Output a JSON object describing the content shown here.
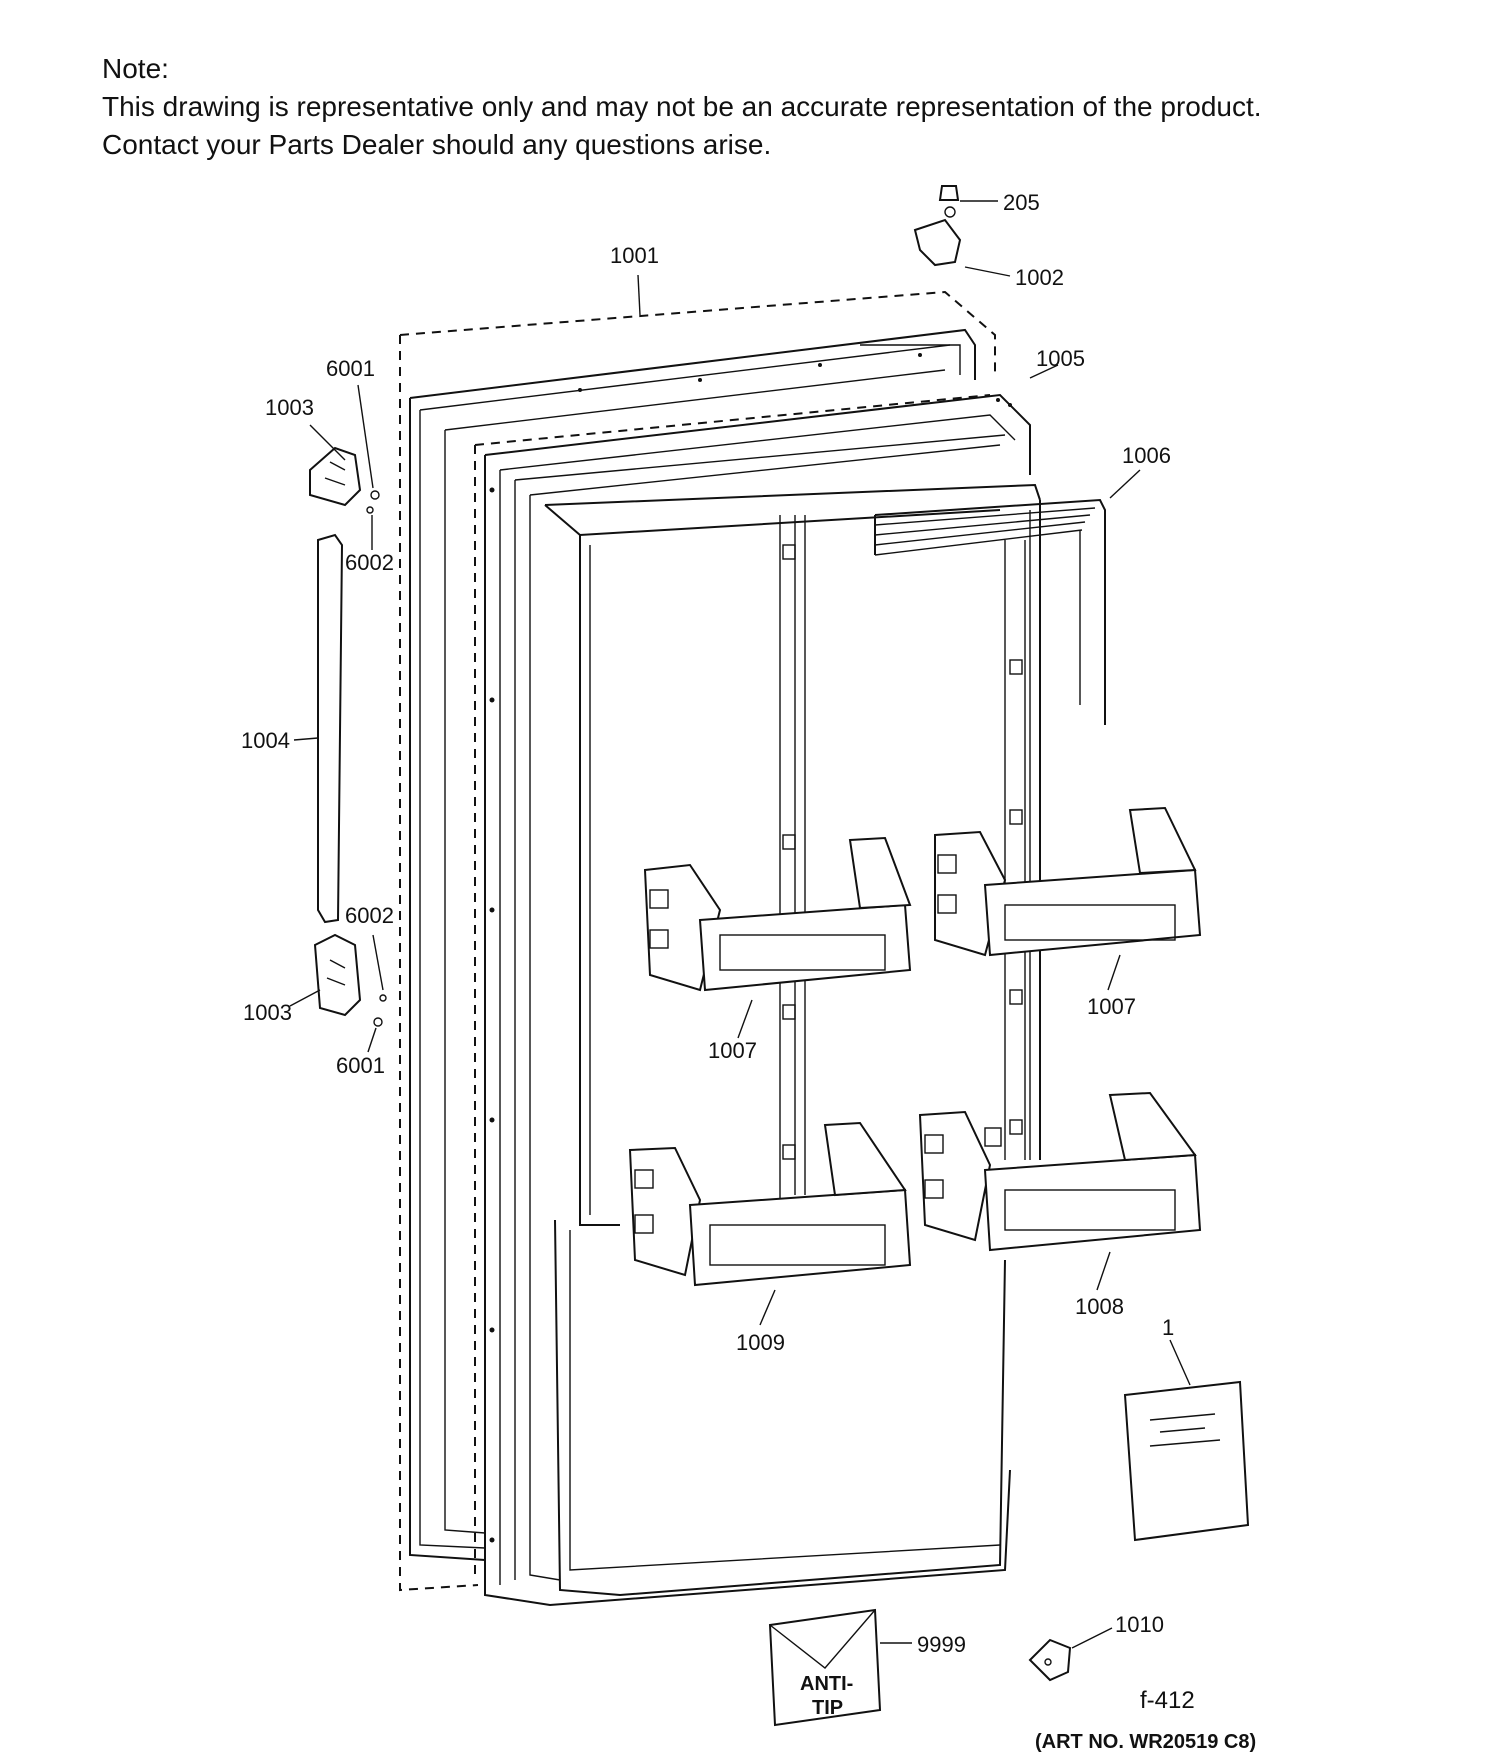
{
  "note": {
    "heading": "Note:",
    "line1": "This drawing is representative only and may not be an accurate representation of the product.",
    "line2": "Contact your Parts Dealer should any questions arise."
  },
  "callouts": {
    "c205": "205",
    "c1002": "1002",
    "c1001": "1001",
    "c1005": "1005",
    "c6001_top": "6001",
    "c1003_top": "1003",
    "c1006": "1006",
    "c6002_top": "6002",
    "c1004": "1004",
    "c6002_bottom": "6002",
    "c1003_bottom": "1003",
    "c6001_bottom": "6001",
    "c1007_left": "1007",
    "c1007_right": "1007",
    "c1008": "1008",
    "c1009": "1009",
    "c1": "1",
    "c9999": "9999",
    "c1010": "1010"
  },
  "packet": {
    "line1": "ANTI-",
    "line2": "TIP"
  },
  "figure_number": "f-412",
  "art_number": "(ART NO. WR20519 C8)"
}
